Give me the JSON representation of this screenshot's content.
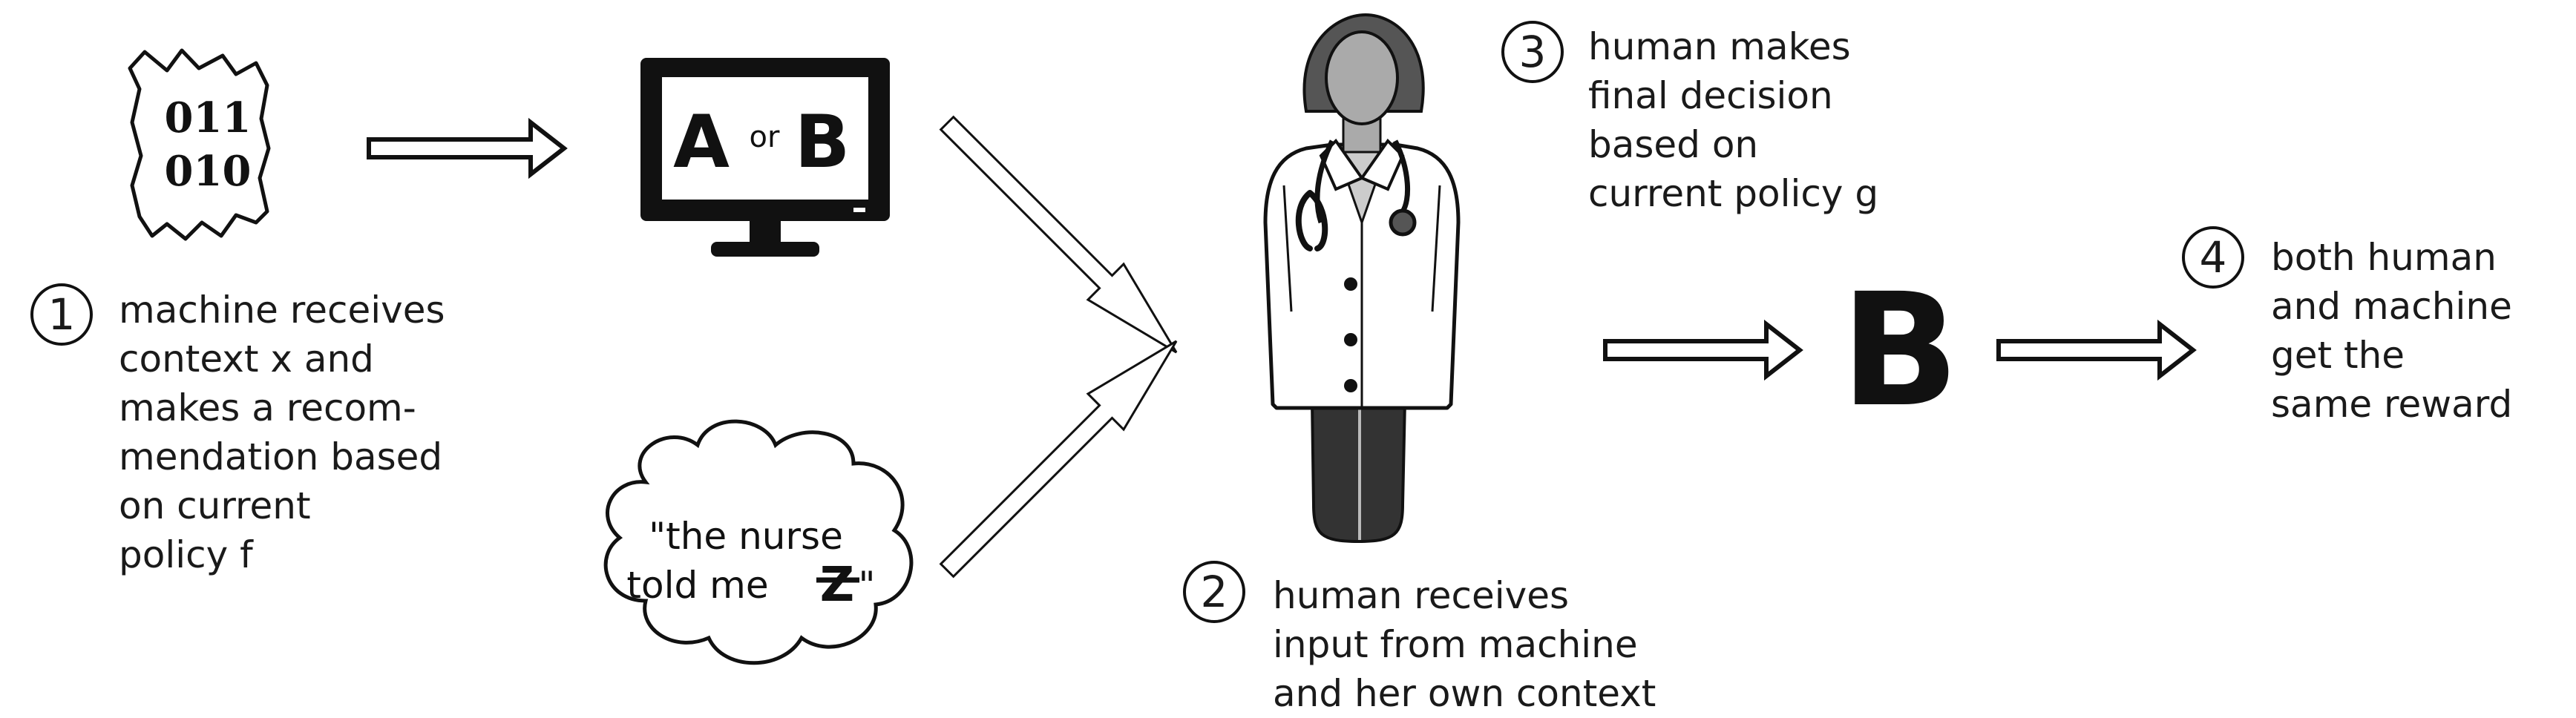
{
  "data_icon": {
    "lines": [
      "011",
      "010"
    ]
  },
  "monitor": {
    "option_a": "A",
    "connector": "or",
    "option_b": "B"
  },
  "speech": {
    "line1": "\"the nurse",
    "line2": "told me ",
    "symbol": "Z",
    "closing_quote": "\""
  },
  "decision": {
    "letter": "B"
  },
  "steps": [
    {
      "number": "1",
      "text": "machine receives\ncontext x and\nmakes a recom-\nmendation based\non current\npolicy f"
    },
    {
      "number": "2",
      "text": "human receives\ninput from machine\nand her own context"
    },
    {
      "number": "3",
      "text": "human makes\nfinal decision\nbased on\ncurrent policy g"
    },
    {
      "number": "4",
      "text": "both human\nand machine\nget the\nsame reward"
    }
  ]
}
